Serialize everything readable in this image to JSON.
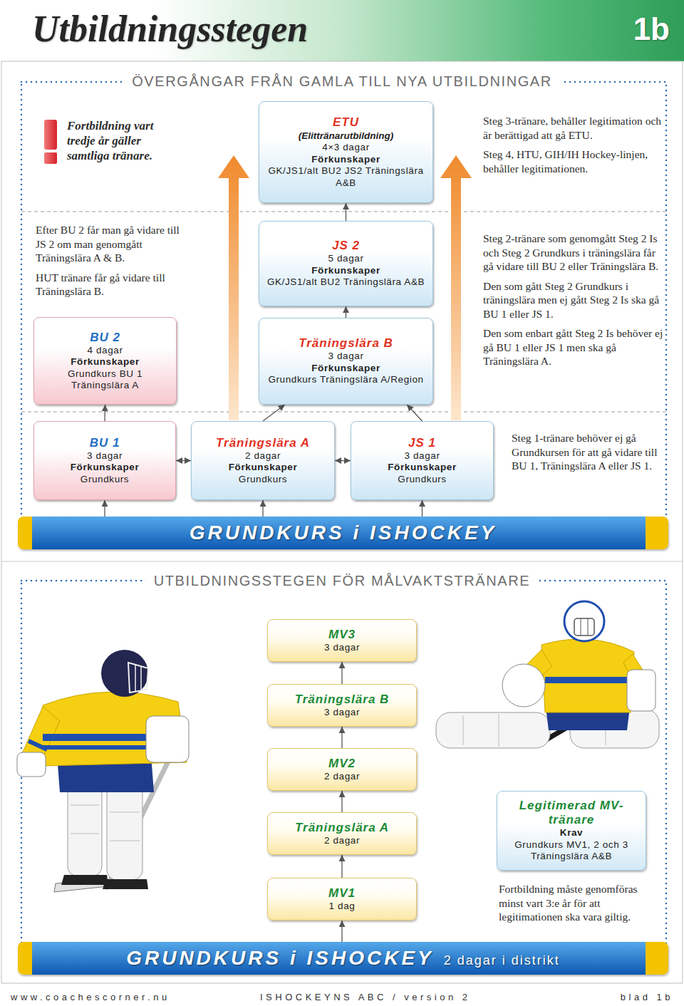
{
  "diagram": {
    "title": "Utbildningsstegen",
    "nodes": [
      {
        "text": [
          "ETU",
          "(Elittränarutbildning)",
          "4×3 dagar",
          "Förkunskaper",
          "GK/JS1/alt BU2 JS2 Träningslära A&B"
        ]
      },
      {
        "text": [
          "JS 2",
          "5 dagar",
          "Förkunskaper",
          "GK/JS1/alt BU2 Träningslära A&B"
        ]
      },
      {
        "text": [
          "BU 2",
          "4 dagar",
          "Förkunskaper",
          "Grundkurs BU 1 Träningslära A"
        ]
      },
      {
        "text": [
          "Träningslära B",
          "3 dagar",
          "Förkunskaper",
          "Grundkurs Träningslära A/Region"
        ]
      },
      {
        "text": [
          "BU 1",
          "3 dagar",
          "Förkunskaper",
          "Grundkurs"
        ]
      },
      {
        "text": [
          "Träningslära A",
          "2 dagar",
          "Förkunskaper",
          "Grundkurs"
        ]
      },
      {
        "text": [
          "JS 1",
          "3 dagar",
          "Förkunskaper",
          "Grundkurs"
        ]
      },
      {
        "text": [
          "GRUNDKURS i ISHOCKEY"
        ]
      },
      {
        "text": [
          "MV3",
          "3 dagar"
        ]
      },
      {
        "text": [
          "Träningslära B",
          "3 dagar"
        ]
      },
      {
        "text": [
          "MV2",
          "2 dagar"
        ]
      },
      {
        "text": [
          "Legitimerad MV-tränare",
          "Krav",
          "Grundkurs MV1, 2 och 3 Träningslära A&B"
        ]
      },
      {
        "text": [
          "Träningslära A",
          "2 dagar"
        ]
      },
      {
        "text": [
          "MV1",
          "1 dag"
        ]
      },
      {
        "text": [
          "GRUNDKURS i ISHOCKEY",
          "2 dagar i distrikt"
        ]
      }
    ],
    "edges": [
      {
        "from": 4,
        "to": 5,
        "arrow": "both"
      },
      {
        "from": 5,
        "to": 6,
        "arrow": "both"
      },
      {
        "from": 7,
        "to": 4,
        "arrow": "to"
      },
      {
        "from": 7,
        "to": 5,
        "arrow": "to"
      },
      {
        "from": 7,
        "to": 6,
        "arrow": "to"
      },
      {
        "from": 4,
        "to": 2,
        "arrow": "to"
      },
      {
        "from": 5,
        "to": 3,
        "arrow": "to"
      },
      {
        "from": 6,
        "to": 3,
        "arrow": "to"
      },
      {
        "from": 3,
        "to": 1,
        "arrow": "to"
      },
      {
        "from": 1,
        "to": 0,
        "arrow": "to"
      },
      {
        "from": 14,
        "to": 13,
        "arrow": "to"
      },
      {
        "from": 13,
        "to": 12,
        "arrow": "to"
      },
      {
        "from": 12,
        "to": 10,
        "arrow": "to"
      },
      {
        "from": 10,
        "to": 9,
        "arrow": "to"
      },
      {
        "from": 9,
        "to": 8,
        "arrow": "to"
      }
    ],
    "labels": [
      "1b",
      "ÖVERGÅNGAR FRÅN GAMLA TILL NYA UTBILDNINGAR",
      "Fortbildning vart tredje år gäller samtliga tränare.",
      "Steg 3-tränare, behåller legitimation och är berättigad att gå ETU.",
      "Steg 4, HTU, GIH/IH Hockey-linjen, behåller legitimationen.",
      "Efter BU 2 får man gå vidare till JS 2 om man genomgått Träningslära A & B.",
      "HUT tränare får gå vidare till Träningslära B.",
      "Steg 2-tränare som genomgått Steg 2 Is och Steg 2 Grundkurs i träningslära får gå vidare till BU 2 eller Träningslära B.",
      "Den som gått Steg 2 Grundkurs i träningslära men ej gått Steg 2 Is ska gå BU 1 eller JS 1.",
      "Den som enbart gått Steg 2 Is behöver ej gå BU 1 eller JS 1 men ska gå Träningslära A.",
      "Steg 1-tränare behöver ej gå Grundkursen för att gå vidare till BU 1, Träningslära A eller JS 1.",
      "UTBILDNINGSSTEGEN FÖR MÅLVAKTSTRÄNARE",
      "Fortbildning måste genomföras minst vart 3:e år för att legitimationen ska vara giltig.",
      "www.coachescorner.nu",
      "ISHOCKEYNS ABC / version 2",
      "blad 1b"
    ]
  }
}
